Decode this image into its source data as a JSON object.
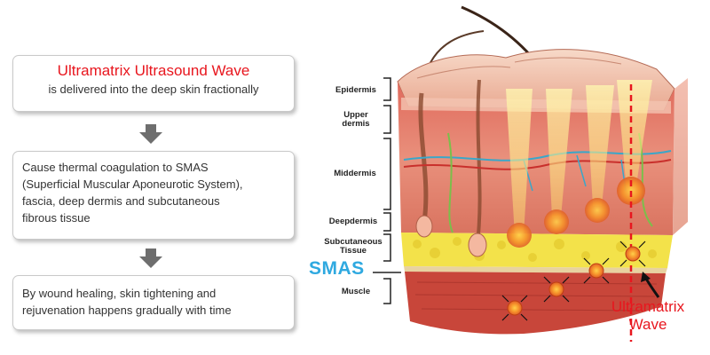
{
  "steps": [
    {
      "title": "Ultramatrix Ultrasound Wave",
      "text": "is delivered into the deep skin fractionally"
    },
    {
      "text": [
        "Cause thermal coagulation to SMAS",
        "(Superficial Muscular Aponeurotic System),",
        "fascia, deep dermis and subcutaneous",
        "fibrous tissue"
      ]
    },
    {
      "text": [
        "By wound healing, skin tightening and",
        "rejuvenation happens gradually with time"
      ]
    }
  ],
  "layers": {
    "epidermis": "Epidermis",
    "upper_dermis_1": "Upper",
    "upper_dermis_2": "dermis",
    "middermis": "Middermis",
    "deepdermis": "Deepdermis",
    "subcutaneous_1": "Subcutaneous",
    "subcutaneous_2": "Tissue",
    "smas": "SMAS",
    "muscle": "Muscle"
  },
  "wave_label": {
    "line1": "Ultramatrix",
    "line2": "Wave"
  },
  "colors": {
    "accent_red": "#e8161e",
    "smas_blue": "#2fa9e0",
    "fat_yellow": "#f3e24a",
    "muscle_red": "#c8463a"
  }
}
